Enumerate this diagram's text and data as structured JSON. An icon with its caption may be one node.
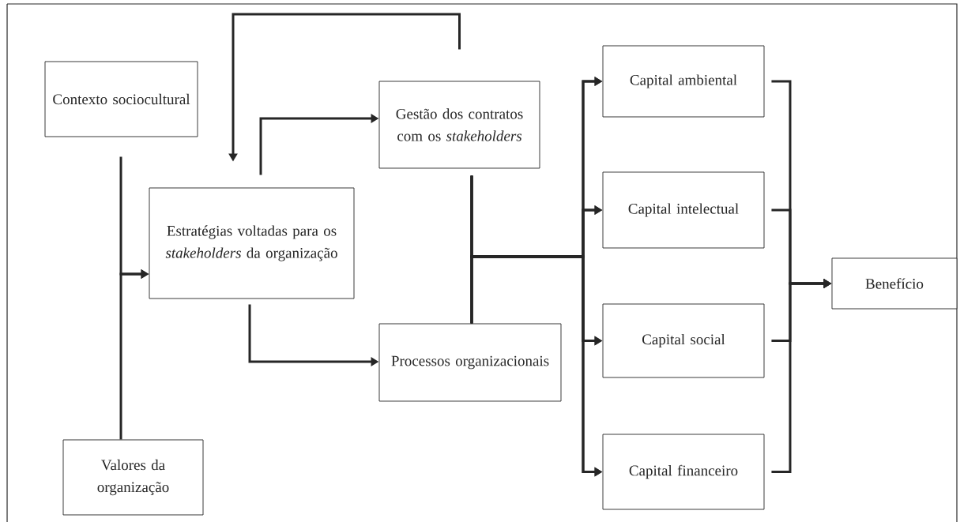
{
  "diagram": {
    "nodes": [
      {
        "text": [
          "Contexto sociocultural"
        ]
      },
      {
        "text": [
          "Valores da organização"
        ]
      },
      {
        "text": [
          "Estratégias voltadas para os *stakeholders* da organização"
        ]
      },
      {
        "text": [
          "Gestão dos contratos com os *stakeholders*"
        ]
      },
      {
        "text": [
          "Processos organizacionais"
        ]
      },
      {
        "text": [
          "Capital ambiental"
        ]
      },
      {
        "text": [
          "Capital intelectual"
        ]
      },
      {
        "text": [
          "Capital social"
        ]
      },
      {
        "text": [
          "Capital financeiro"
        ]
      },
      {
        "text": [
          "Benefício"
        ]
      }
    ],
    "edges": [
      {
        "from": 0,
        "to": 2,
        "arrow": "to"
      },
      {
        "from": 1,
        "to": 2,
        "arrow": "to"
      },
      {
        "from": 3,
        "to": 2,
        "arrow": "to"
      },
      {
        "from": 2,
        "to": 3,
        "arrow": "to"
      },
      {
        "from": 2,
        "to": 4,
        "arrow": "to"
      },
      {
        "from": 3,
        "to": 5,
        "arrow": "to"
      },
      {
        "from": 3,
        "to": 6,
        "arrow": "to"
      },
      {
        "from": 3,
        "to": 7,
        "arrow": "to"
      },
      {
        "from": 3,
        "to": 8,
        "arrow": "to"
      },
      {
        "from": 4,
        "to": 5,
        "arrow": "to"
      },
      {
        "from": 4,
        "to": 6,
        "arrow": "to"
      },
      {
        "from": 4,
        "to": 7,
        "arrow": "to"
      },
      {
        "from": 4,
        "to": 8,
        "arrow": "to"
      },
      {
        "from": 5,
        "to": 9,
        "arrow": "to"
      },
      {
        "from": 6,
        "to": 9,
        "arrow": "to"
      },
      {
        "from": 7,
        "to": 9,
        "arrow": "to"
      },
      {
        "from": 8,
        "to": 9,
        "arrow": "to"
      }
    ]
  }
}
